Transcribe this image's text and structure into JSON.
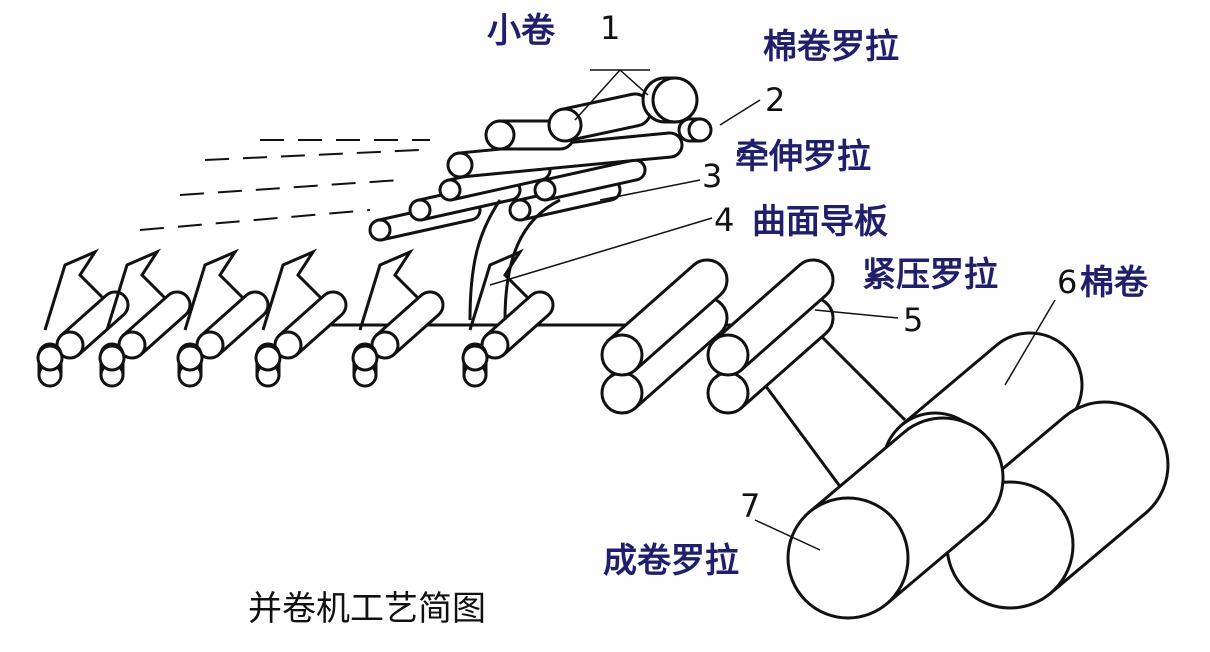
{
  "title": "并卷机工艺简图",
  "labels": {
    "small_lap": {
      "text": "小卷",
      "number": "1"
    },
    "lap_roller": {
      "text": "棉卷罗拉",
      "number": "2"
    },
    "drafting_roller": {
      "text": "牵伸罗拉",
      "number": "3"
    },
    "curved_guide": {
      "text": "曲面导板",
      "number": "4"
    },
    "compact_roller": {
      "text": "紧压罗拉",
      "number": "5"
    },
    "lap": {
      "text": "棉卷",
      "number": "6"
    },
    "lap_forming_roller": {
      "text": "成卷罗拉",
      "number": "7"
    }
  },
  "colors": {
    "label": "#1f1f6b",
    "line": "#111111"
  }
}
